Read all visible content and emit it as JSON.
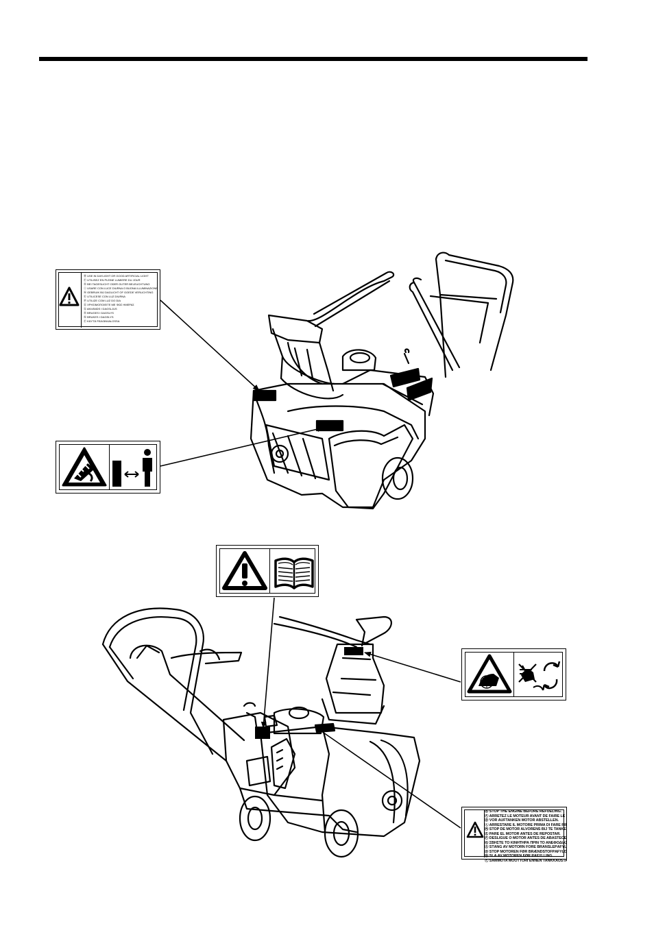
{
  "label_refuel": {
    "lines": [
      "Ⓑ STOP THE ENGINE BEFORE REFUELING.",
      "Ⓕ ARRETEZ LE MOTEUR AVANT DE FAIRE LE PLEIN.",
      "Ⓓ VOR AUFTANKEN MOTOR ABSTELLEN.",
      "Ⓘ ARRESTARE IL MOTORE PRIMA DI FARE RIFORNIMENTO.",
      "Ⓝ STOP DE MOTOR ALVORENS BIJ TE TANKEN.",
      "Ⓔ PARE EL MOTOR ANTES DE REPOSTAR.",
      "Ⓟ DESLIGUE O MOTOR ANTES DE ABASTECER.",
      "Ⓖ ΣΒΗΣΤΕ ΤΟ ΚΙΝΗΤΗΡΑ ΠΡΙΝ ΤΟ ΑΝΕΦΟΔΙΑΣΜΑ.",
      "Ⓢ STÄNG AV MOTORN FÖRE BRÄNSLEPÅFYLLNING.",
      "Ⓓ STOP MOTOREN FØR BRÆNDSTOFPÅFYLDNING.",
      "Ⓝ SLÅ AV MOTOREN FØR PÅFYLLING.",
      "Ⓕ SAMMUTA MOOTTORI ENNEN TANKKAUSTA."
    ]
  },
  "label_multilang": {
    "lines": [
      "Ⓑ USE IN DAYLIGHT OR GOOD ARTIFICIAL LIGHT",
      "Ⓕ UTILISEZ EN PLEINE LUMIERE DU JOUR",
      "Ⓓ BEI TAGESLICHT ODER GUTER BELEUCHTUNG",
      "Ⓘ USARE CON LUCE DIURNA O BUONA ILLUMINAZIONE",
      "Ⓝ GEBRUIK BIJ DAGLICHT OF GOEDE VERLICHTING",
      "Ⓔ UTILICESE CON LUZ DIURNA",
      "Ⓟ UTILIZE COM LUZ DO DIA",
      "Ⓖ ΧΡΗΣΙΜΟΠΟΙΕΙΤΕ ΜΕ ΦΩΣ ΗΜΕΡΑΣ",
      "Ⓢ ANVÄNDS I DAGSLJUS",
      "Ⓓ BRUGES I DAGSLYS",
      "Ⓝ BRUKES I DAGSLYS",
      "Ⓕ KÄYTÄ PÄIVÄNVALOSSA"
    ]
  },
  "colors": {
    "ink": "#000000",
    "paper": "#ffffff"
  },
  "icons": [
    "warning-triangle-icon",
    "read-manual-icon",
    "auger-hazard-icon",
    "keep-distance-icon",
    "rotating-auger-icon",
    "no-hands-icon"
  ]
}
